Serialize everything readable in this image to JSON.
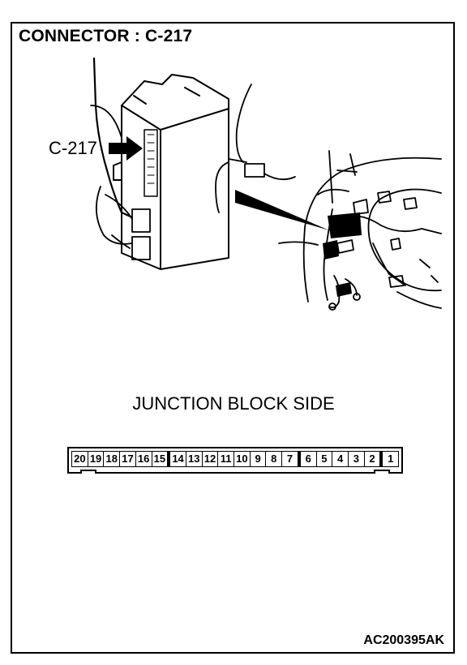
{
  "diagram": {
    "title": "CONNECTOR : C-217",
    "callout_label": "C-217",
    "subtitle": "JUNCTION BLOCK SIDE",
    "figure_code": "AC200395AK",
    "connector_pins_row1": [
      "20",
      "19",
      "18",
      "17",
      "16",
      "15",
      "14",
      "13",
      "12",
      "11",
      "10",
      "9",
      "8",
      "7",
      "6",
      "5",
      "4",
      "3",
      "2",
      "1"
    ]
  }
}
